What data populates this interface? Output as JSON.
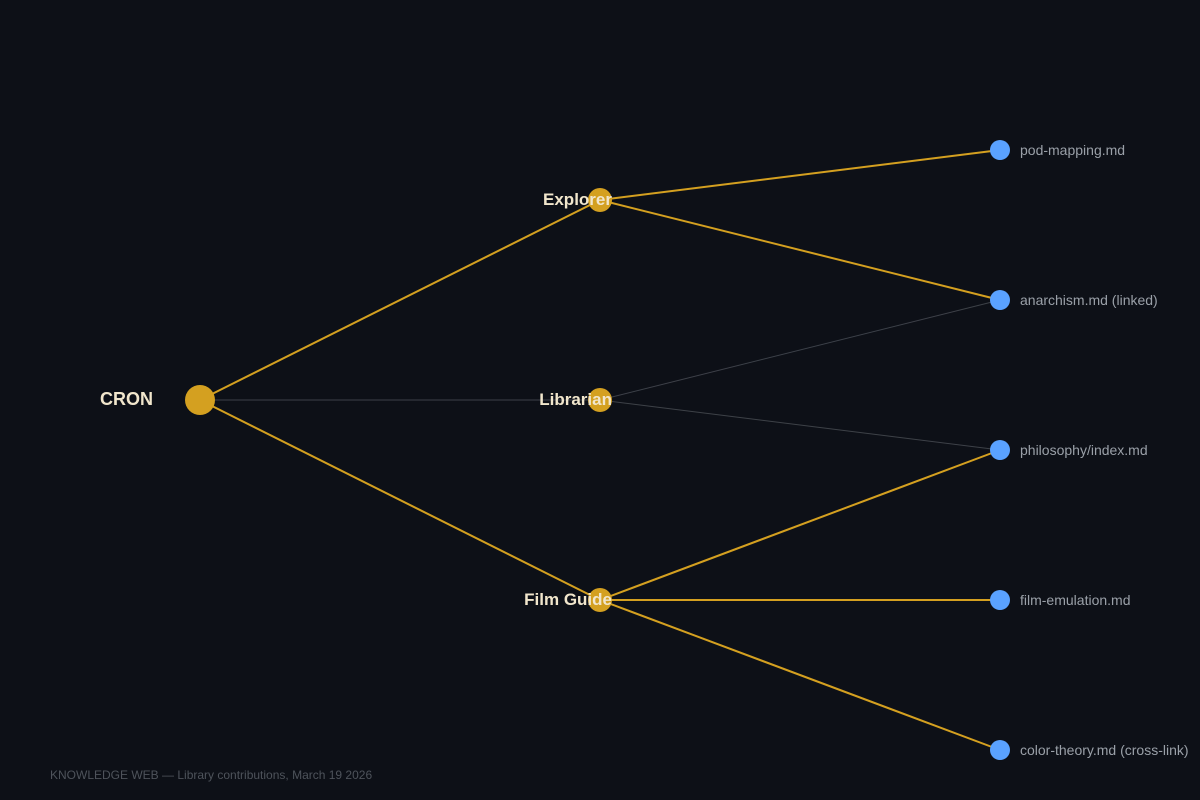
{
  "colors": {
    "background": "#0d1017",
    "active_edge": "#d4a020",
    "inactive_edge": "#3d4148",
    "agent_node": "#d4a020",
    "file_node": "#5aa2ff",
    "label": "#f1e6cc",
    "file_label": "#9aa0a8",
    "footer": "#4e535b"
  },
  "graph": {
    "root": {
      "id": "cron",
      "label": "CRON"
    },
    "agents": [
      {
        "id": "explorer",
        "label": "Explorer"
      },
      {
        "id": "librarian",
        "label": "Librarian"
      },
      {
        "id": "film-guide",
        "label": "Film Guide"
      }
    ],
    "files": [
      {
        "id": "pod-mapping",
        "label": "pod-mapping.md"
      },
      {
        "id": "anarchism",
        "label": "anarchism.md (linked)"
      },
      {
        "id": "philosophy-index",
        "label": "philosophy/index.md"
      },
      {
        "id": "film-emulation",
        "label": "film-emulation.md"
      },
      {
        "id": "color-theory",
        "label": "color-theory.md (cross-link)"
      }
    ],
    "edges": [
      {
        "from": "cron",
        "to": "explorer",
        "active": true
      },
      {
        "from": "cron",
        "to": "librarian",
        "active": false
      },
      {
        "from": "cron",
        "to": "film-guide",
        "active": true
      },
      {
        "from": "explorer",
        "to": "pod-mapping",
        "active": true
      },
      {
        "from": "explorer",
        "to": "anarchism",
        "active": true
      },
      {
        "from": "librarian",
        "to": "anarchism",
        "active": false
      },
      {
        "from": "librarian",
        "to": "philosophy-index",
        "active": false
      },
      {
        "from": "film-guide",
        "to": "philosophy-index",
        "active": true
      },
      {
        "from": "film-guide",
        "to": "film-emulation",
        "active": true
      },
      {
        "from": "film-guide",
        "to": "color-theory",
        "active": true
      }
    ]
  },
  "footer": {
    "caption": "KNOWLEDGE WEB — Library contributions, March 19 2026"
  }
}
